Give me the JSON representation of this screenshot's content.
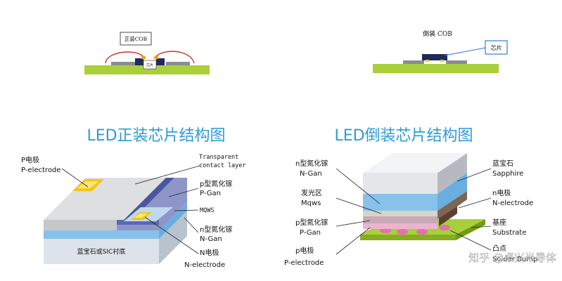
{
  "top_left": {
    "label": "正装COB",
    "chip_label": "芯片"
  },
  "top_right": {
    "label": "倒装 COB",
    "callout": "芯片"
  },
  "left_diagram": {
    "title": "LED正装芯片结构图",
    "labels": {
      "p_electrode_cn": "P电极",
      "p_electrode_en": "P-electrode",
      "transparent_1": "Transparent",
      "transparent_2": "contact layer",
      "p_gan_cn": "p型氮化镓",
      "p_gan_en": "P-Gan",
      "mqws": "MQWS",
      "n_gan_cn": "n型氮化镓",
      "n_gan_en": "N-Gan",
      "n_electrode_cn": "N电极",
      "n_electrode_en": "N-electrode",
      "substrate": "蓝宝石或SIC衬底"
    }
  },
  "right_diagram": {
    "title": "LED倒装芯片结构图",
    "labels": {
      "n_gan_cn": "n型氮化镓",
      "n_gan_en": "N-Gan",
      "mqws_cn": "发光区",
      "mqws_en": "Mqws",
      "p_gan_cn": "p型氮化镓",
      "p_gan_en": "P-Gan",
      "p_electrode_cn": "p电极",
      "p_electrode_en": "P-electrode",
      "sapphire_cn": "蓝宝石",
      "sapphire_en": "Sapphire",
      "n_electrode_cn": "n电极",
      "n_electrode_en": "N-electrode",
      "substrate_cn": "基座",
      "substrate_en": "Substrate",
      "bump_cn": "凸点",
      "bump_en": "Solder Bump"
    }
  },
  "watermark": "知乎 @卓兴半导体",
  "colors": {
    "title_blue": "#2f9bd6",
    "pcb_green": "#a9cf3a",
    "chip_dark": "#1f2a5a",
    "gray_layer": "#c6c7c9",
    "blue_layer": "#88c2ea",
    "navy_layer": "#4a57a0",
    "yellow_pad": "#f2c51c",
    "pink_bump": "#e56fae"
  }
}
